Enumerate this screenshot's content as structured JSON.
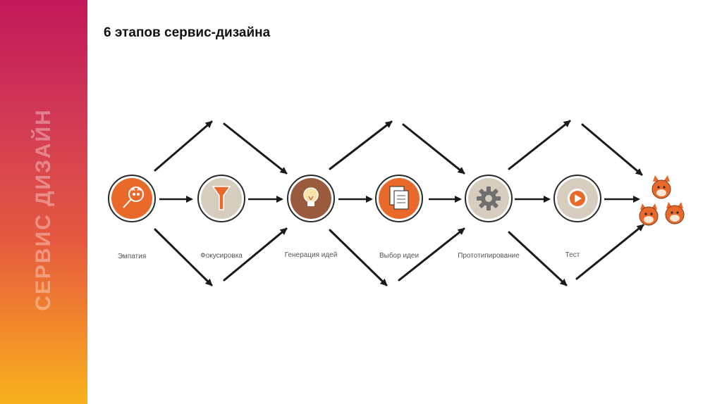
{
  "sidebar": {
    "title": "СЕРВИС ДИЗАЙН"
  },
  "header": {
    "title": "6 этапов сервис-дизайна"
  },
  "stages": [
    {
      "label": "Эмпатия",
      "icon": "magnifier-cat-icon"
    },
    {
      "label": "Фокусировка",
      "icon": "funnel-icon"
    },
    {
      "label": "Генерация идей",
      "icon": "lightbulb-icon"
    },
    {
      "label": "Выбор идеи",
      "icon": "documents-icon"
    },
    {
      "label": "Прототипирование",
      "icon": "gear-icon"
    },
    {
      "label": "Тест",
      "icon": "play-icon"
    }
  ],
  "colors": {
    "orange": "#e8692a",
    "beige": "#d6cdbf",
    "brown": "#9a5a3e",
    "arrow": "#1a1a1a",
    "sidebar_top": "#c2185b",
    "sidebar_bottom": "#f7b21c"
  }
}
